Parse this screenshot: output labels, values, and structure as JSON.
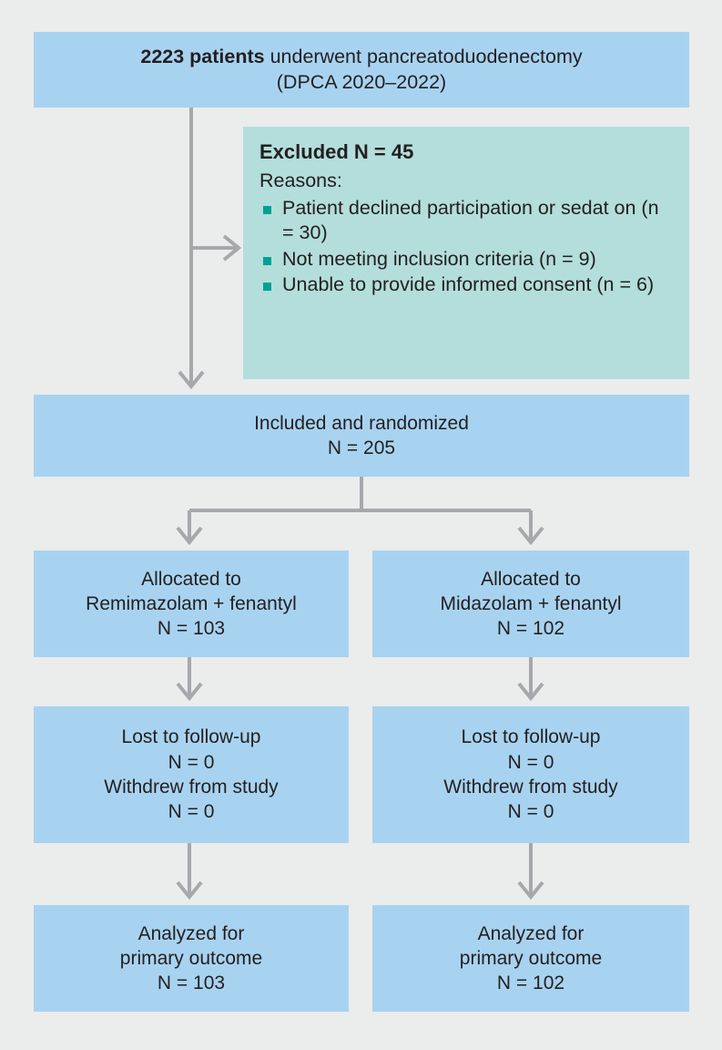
{
  "figure": {
    "type": "consort-flow-diagram",
    "background_color": "#ebecec",
    "box_color_primary": "#a8d3f0",
    "box_color_excluded": "#b3dedb",
    "bullet_color": "#00a193",
    "connector_color": "#a6a8ab"
  },
  "screened": {
    "count_bold": "2223 patients",
    "line1_rest": " underwent pancreatoduodenectomy",
    "line2": "(DPCA 2020–2022)"
  },
  "excluded": {
    "header": "Excluded N = 45",
    "reasons_label": "Reasons:",
    "reasons": [
      "Patient declined participation or sedat on (n = 30)",
      "Not meeting inclusion criteria (n = 9)",
      "Unable to provide informed consent (n = 6)"
    ]
  },
  "randomized": {
    "line1": "Included and randomized",
    "line2": "N = 205"
  },
  "arms": {
    "left": {
      "allocation": {
        "line1": "Allocated to",
        "line2": "Remimazolam + fenantyl",
        "line3": "N = 103"
      },
      "followup": {
        "line1": "Lost to follow-up",
        "line2": "N = 0",
        "line3": "Withdrew from study",
        "line4": "N = 0"
      },
      "analyzed": {
        "line1": "Analyzed for",
        "line2": "primary outcome",
        "line3": "N = 103"
      }
    },
    "right": {
      "allocation": {
        "line1": "Allocated to",
        "line2": "Midazolam + fenantyl",
        "line3": "N = 102"
      },
      "followup": {
        "line1": "Lost to follow-up",
        "line2": "N = 0",
        "line3": "Withdrew from study",
        "line4": "N = 0"
      },
      "analyzed": {
        "line1": "Analyzed for",
        "line2": "primary outcome",
        "line3": "N = 102"
      }
    }
  }
}
